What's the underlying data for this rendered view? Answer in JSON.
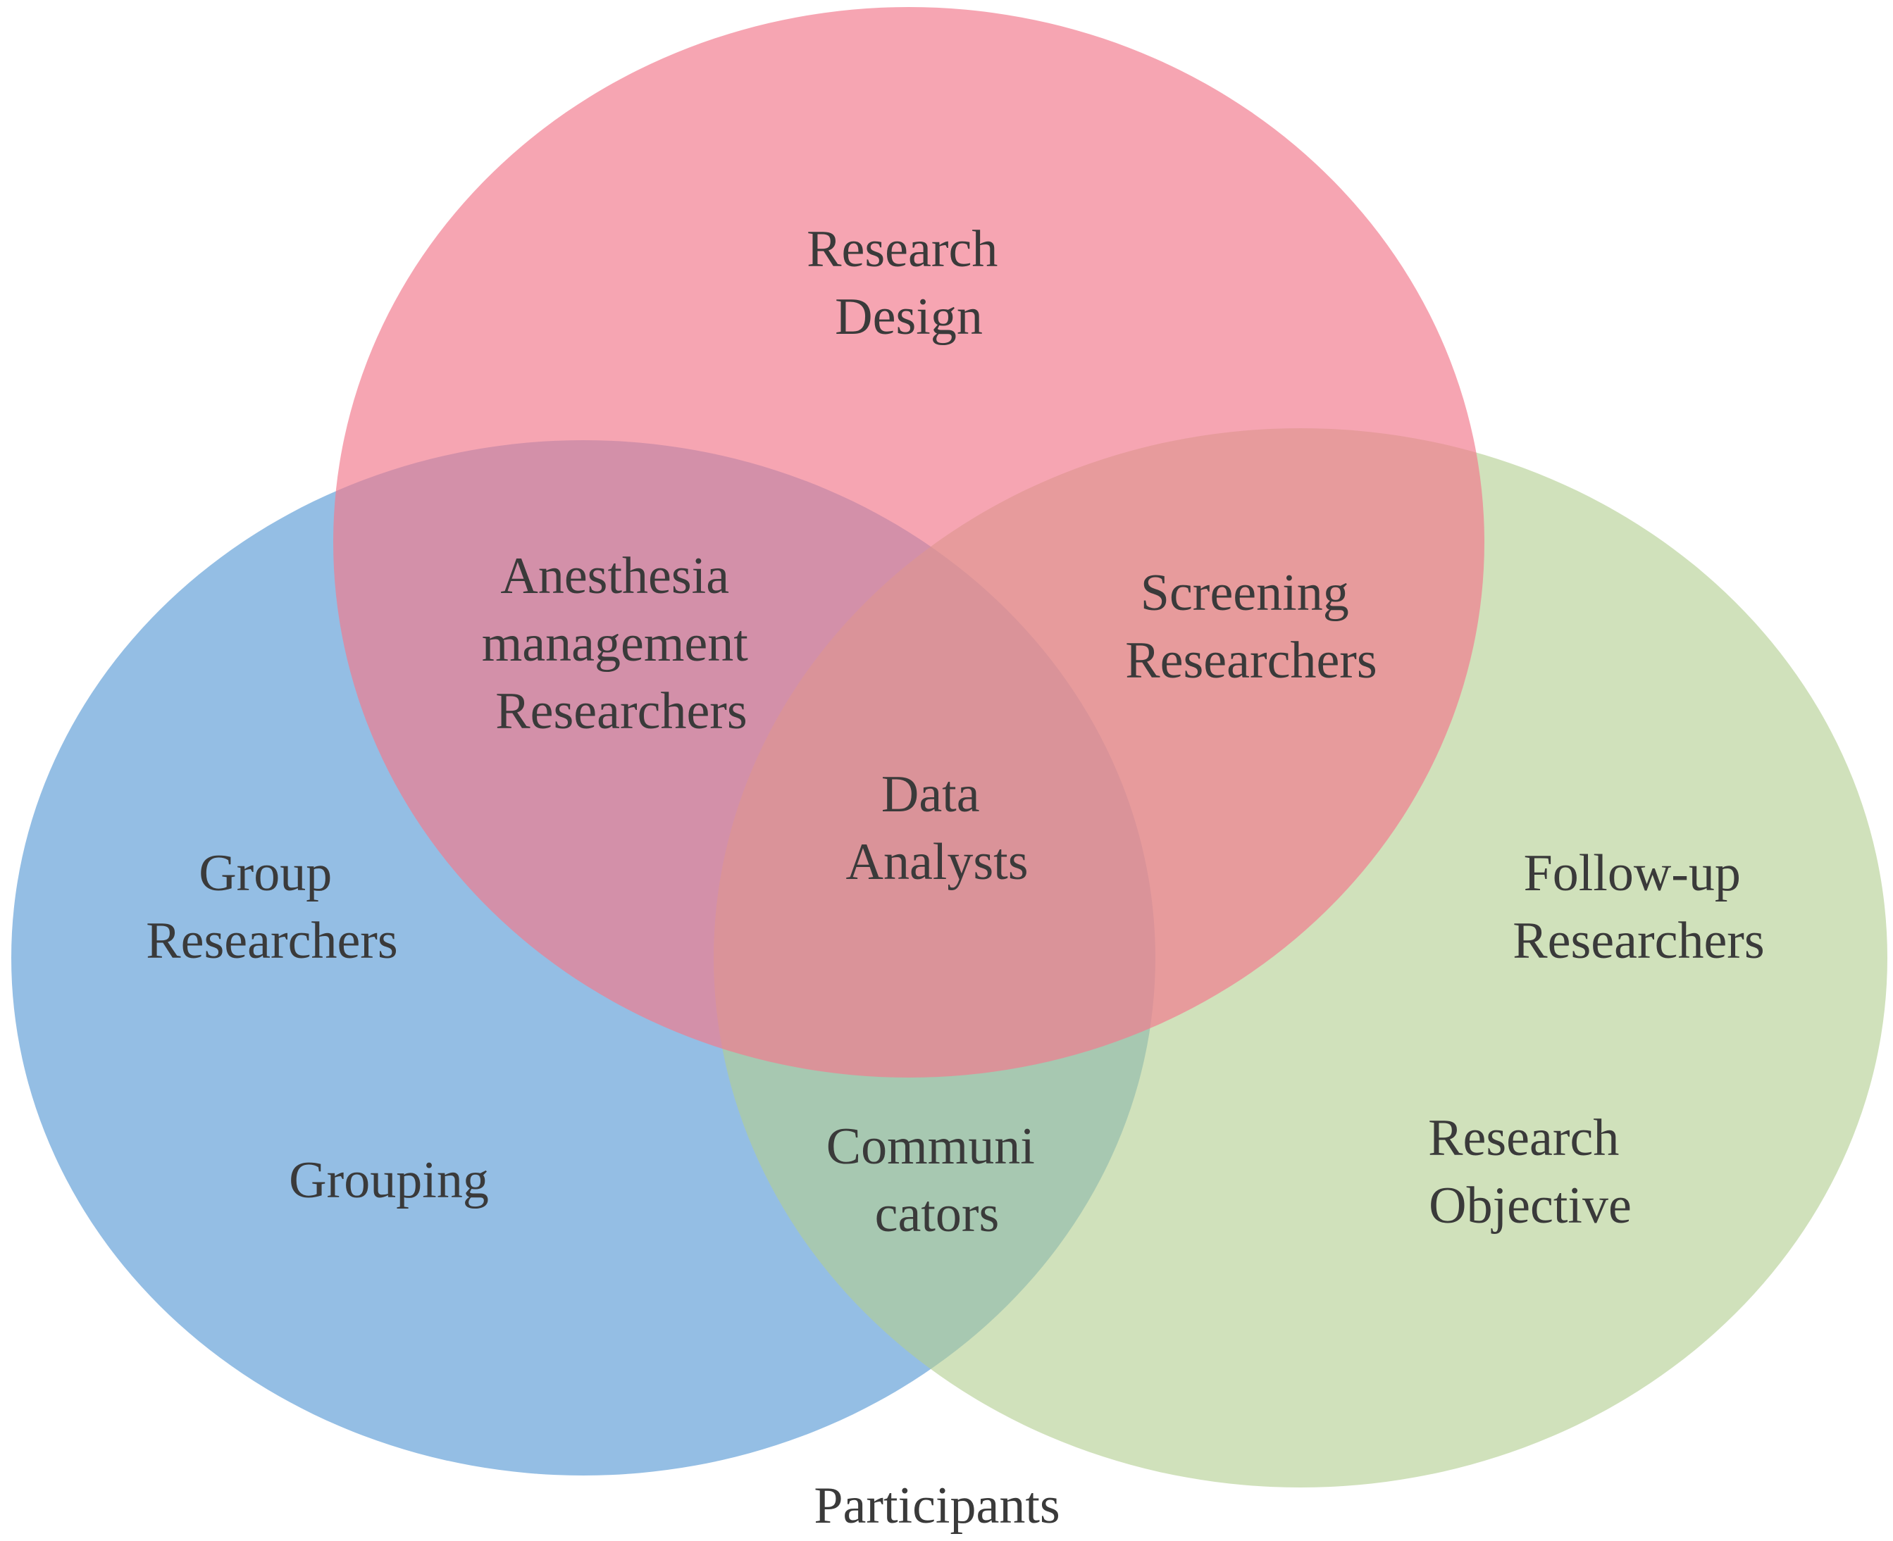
{
  "sets": {
    "top": {
      "name": "Research Design",
      "color": "#f27a8e"
    },
    "left": {
      "name": "Grouping",
      "color": "#5b9bd5"
    },
    "right": {
      "name": "Research Objective",
      "color": "#b3cf92"
    }
  },
  "regions": {
    "top_only": [
      "Research",
      "Design"
    ],
    "left_only_role": [
      "Group",
      "Researchers"
    ],
    "left_only_name": [
      "Grouping"
    ],
    "right_only_role": [
      "Follow-up",
      "Researchers"
    ],
    "right_only_name": [
      "Research",
      "Objective"
    ],
    "top_left": [
      "Anesthesia",
      "management",
      "Researchers"
    ],
    "top_right": [
      "Screening",
      "Researchers"
    ],
    "left_right": [
      "Communi",
      "cators"
    ],
    "center": [
      "Data",
      "Analysts"
    ]
  },
  "footer": "Participants",
  "colors": {
    "pink": "#f27a8e",
    "blue": "#5b9bd5",
    "green": "#b3cf92",
    "text": "#3a3a3a"
  }
}
